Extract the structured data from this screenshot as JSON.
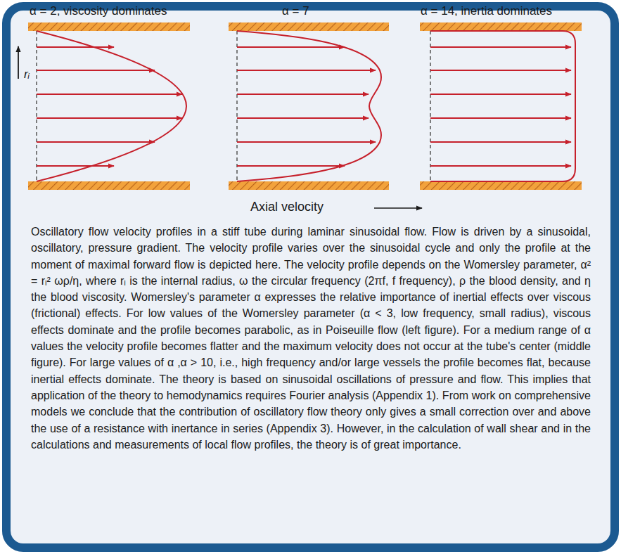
{
  "diagram": {
    "caption": "Oscillatory flow velocity profiles in a stiff tube during laminar sinusoidal flow. Flow is driven by a sinusoidal, oscillatory, pressure gradient. The velocity profile varies over the sinusoidal cycle and only the profile at the moment of maximal forward flow is depicted here. The velocity profile depends on the Womersley parameter, α² = rᵢ² ωρ/η, where rᵢ is the internal radius, ω the circular frequency (2πf, f frequency), ρ the blood density, and η the blood viscosity. Womersley's parameter α expresses the relative importance of inertial effects over viscous (frictional) effects. For low values of the Womersley parameter (α < 3, low frequency, small radius), viscous effects dominate and the profile becomes parabolic, as in Poiseuille flow (left figure). For a medium range of α values the velocity profile becomes flatter and the maximum velocity does not occur at the tube's center (middle figure). For large values of α ,α > 10, i.e., high frequency and/or large vessels the profile becomes flat, because inertial effects dominate. The theory is based on sinusoidal oscillations of pressure and flow. This implies that application of the theory to hemodynamics requires Fourier analysis (Appendix 1). From work on comprehensive models we conclude that the contribution of oscillatory flow theory only gives a small correction over and above the use of a resistance with inertance in series (Appendix 3). However, in the calculation of wall shear and in the calculations and measurements of local flow profiles, the theory is of great importance.",
    "labels": [
      "α = 2, viscosity dominates",
      "α = 7",
      "α = 14, inertia dominates",
      "rᵢ",
      "Axial velocity"
    ]
  }
}
